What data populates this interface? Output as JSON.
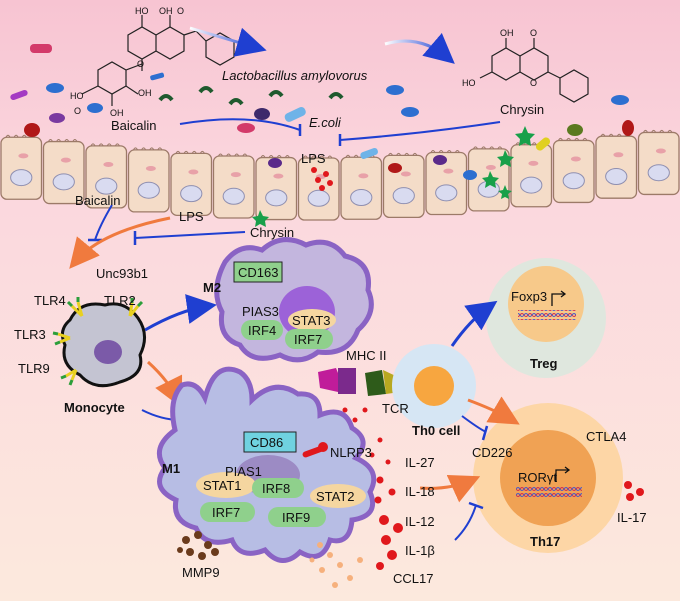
{
  "labels": {
    "baicalin_top": "Baicalin",
    "lactobacillus": "Lactobacillus amylovorus",
    "chrysin_top": "Chrysin",
    "ecoli": "E.coli",
    "lps_top": "LPS",
    "baicalin_mid": "Baicalin",
    "lps_mid": "LPS",
    "chrysin_mid": "Chrysin",
    "unc93b1": "Unc93b1",
    "tlr4": "TLR4",
    "tlr2": "TLR2",
    "tlr3": "TLR3",
    "tlr9": "TLR9",
    "monocyte": "Monocyte",
    "m2": "M2",
    "cd163": "CD163",
    "pias3": "PIAS3",
    "stat3": "STAT3",
    "irf4": "IRF4",
    "irf7_m2": "IRF7",
    "mhc2": "MHC II",
    "tcr": "TCR",
    "th0": "Th0 cell",
    "foxp3": "Foxp3",
    "treg": "Treg",
    "m1": "M1",
    "cd86": "CD86",
    "nlrp3": "NLRP3",
    "pias1": "PIAS1",
    "stat1": "STAT1",
    "irf8": "IRF8",
    "stat2": "STAT2",
    "irf7_m1": "IRF7",
    "irf9": "IRF9",
    "mmp9": "MMP9",
    "il27": "IL-27",
    "il18": "IL-18",
    "il12": "IL-12",
    "il1b": "IL-1β",
    "ccl17": "CCL17",
    "cd226": "CD226",
    "ctla4": "CTLA4",
    "roryt": "RORγt",
    "il17": "IL-17",
    "th17": "Th17"
  },
  "colors": {
    "lumen_top": "#f7c7d3",
    "tissue": "#fce6da",
    "m2_cell": "#c9bde0",
    "m1_cell": "#b7bde4",
    "treg_cell": "#dfe7de",
    "th17_cell": "#fbd5a8",
    "arrow_blue": "#1f3fd1",
    "arrow_orange": "#f07a3e",
    "cd163_box": "#8fd08c",
    "cd86_box": "#6fd2e0",
    "irf_green": "#8fd08c",
    "stat_beige": "#f5d6a0",
    "red_dot": "#e0181c"
  }
}
